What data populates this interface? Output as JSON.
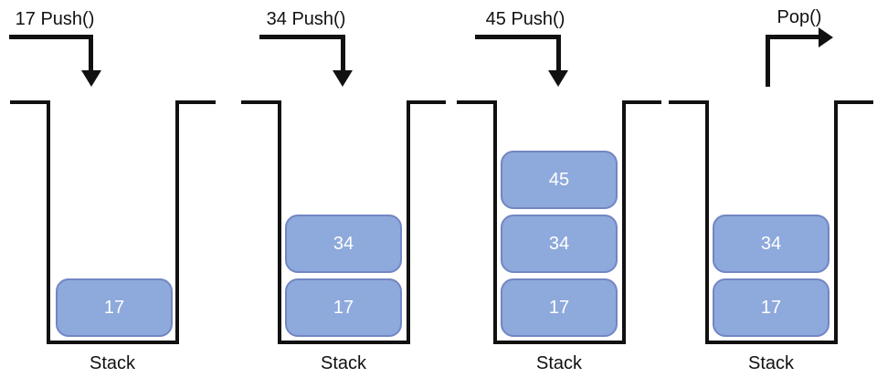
{
  "colors": {
    "line": "#111111",
    "box_fill": "#8EA9DB",
    "box_border": "#7286C3",
    "box_text": "#FFFFFF"
  },
  "panels": [
    {
      "operation": "17 Push()",
      "arrow_icon": "push-arrow-down-icon",
      "label": "Stack",
      "boxes": [
        "17"
      ]
    },
    {
      "operation": "34 Push()",
      "arrow_icon": "push-arrow-down-icon",
      "label": "Stack",
      "boxes": [
        "34",
        "17"
      ]
    },
    {
      "operation": "45 Push()",
      "arrow_icon": "push-arrow-down-icon",
      "label": "Stack",
      "boxes": [
        "45",
        "34",
        "17"
      ]
    },
    {
      "operation": "Pop()",
      "arrow_icon": "pop-arrow-up-right-icon",
      "label": "Stack",
      "boxes": [
        "34",
        "17"
      ]
    }
  ]
}
